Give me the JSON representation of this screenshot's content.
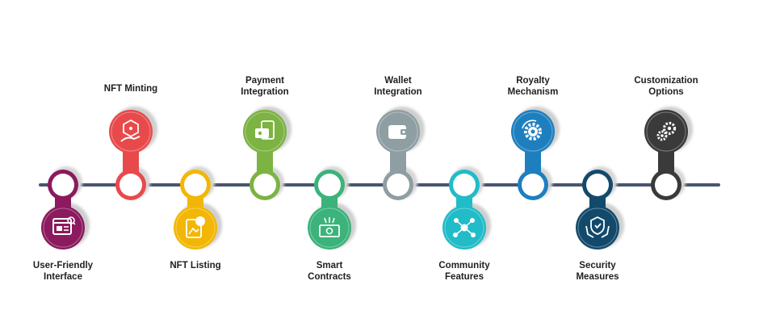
{
  "steps": [
    {
      "label": "User-Friendly\nInterface",
      "color": "#8b1a5e",
      "icon": "ui-window-icon"
    },
    {
      "label": "NFT Minting",
      "color": "#e84a4c",
      "icon": "nft-hand-icon"
    },
    {
      "label": "NFT Listing",
      "color": "#f2b705",
      "icon": "nft-listing-icon"
    },
    {
      "label": "Payment\nIntegration",
      "color": "#7cb342",
      "icon": "payment-card-icon"
    },
    {
      "label": "Smart\nContracts",
      "color": "#3bb37a",
      "icon": "money-contract-icon"
    },
    {
      "label": "Wallet\nIntegration",
      "color": "#8e9ea3",
      "icon": "wallet-icon"
    },
    {
      "label": "Community\nFeatures",
      "color": "#21bcc7",
      "icon": "community-network-icon"
    },
    {
      "label": "Royalty\nMechanism",
      "color": "#1e7fbf",
      "icon": "gear-cycle-icon"
    },
    {
      "label": "Security\nMeasures",
      "color": "#134a6b",
      "icon": "shield-hands-icon"
    },
    {
      "label": "Customization\nOptions",
      "color": "#3a3a3a",
      "icon": "gears-icon"
    }
  ],
  "timeline_color": "#4a5470"
}
